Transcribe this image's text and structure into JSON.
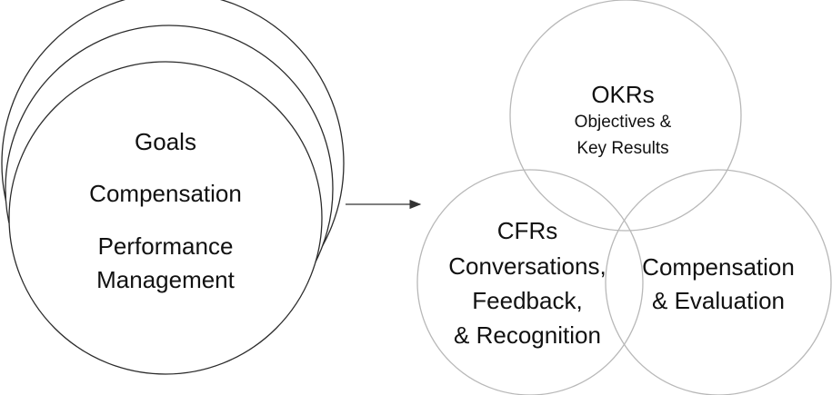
{
  "left_stack": {
    "lines": [
      "Goals",
      "Compensation",
      "Performance",
      "Management"
    ]
  },
  "okrs": {
    "title": "OKRs",
    "subtitle_lines": [
      "Objectives &",
      "Key Results"
    ]
  },
  "cfrs": {
    "title": "CFRs",
    "lines": [
      "Conversations,",
      "Feedback,",
      "& Recognition"
    ]
  },
  "comp_eval": {
    "lines": [
      "Compensation",
      "& Evaluation"
    ]
  },
  "colors": {
    "dark_circle": "#2b2b2b",
    "light_circle": "#b8b8b8",
    "arrow": "#333333",
    "text": "#111111"
  }
}
